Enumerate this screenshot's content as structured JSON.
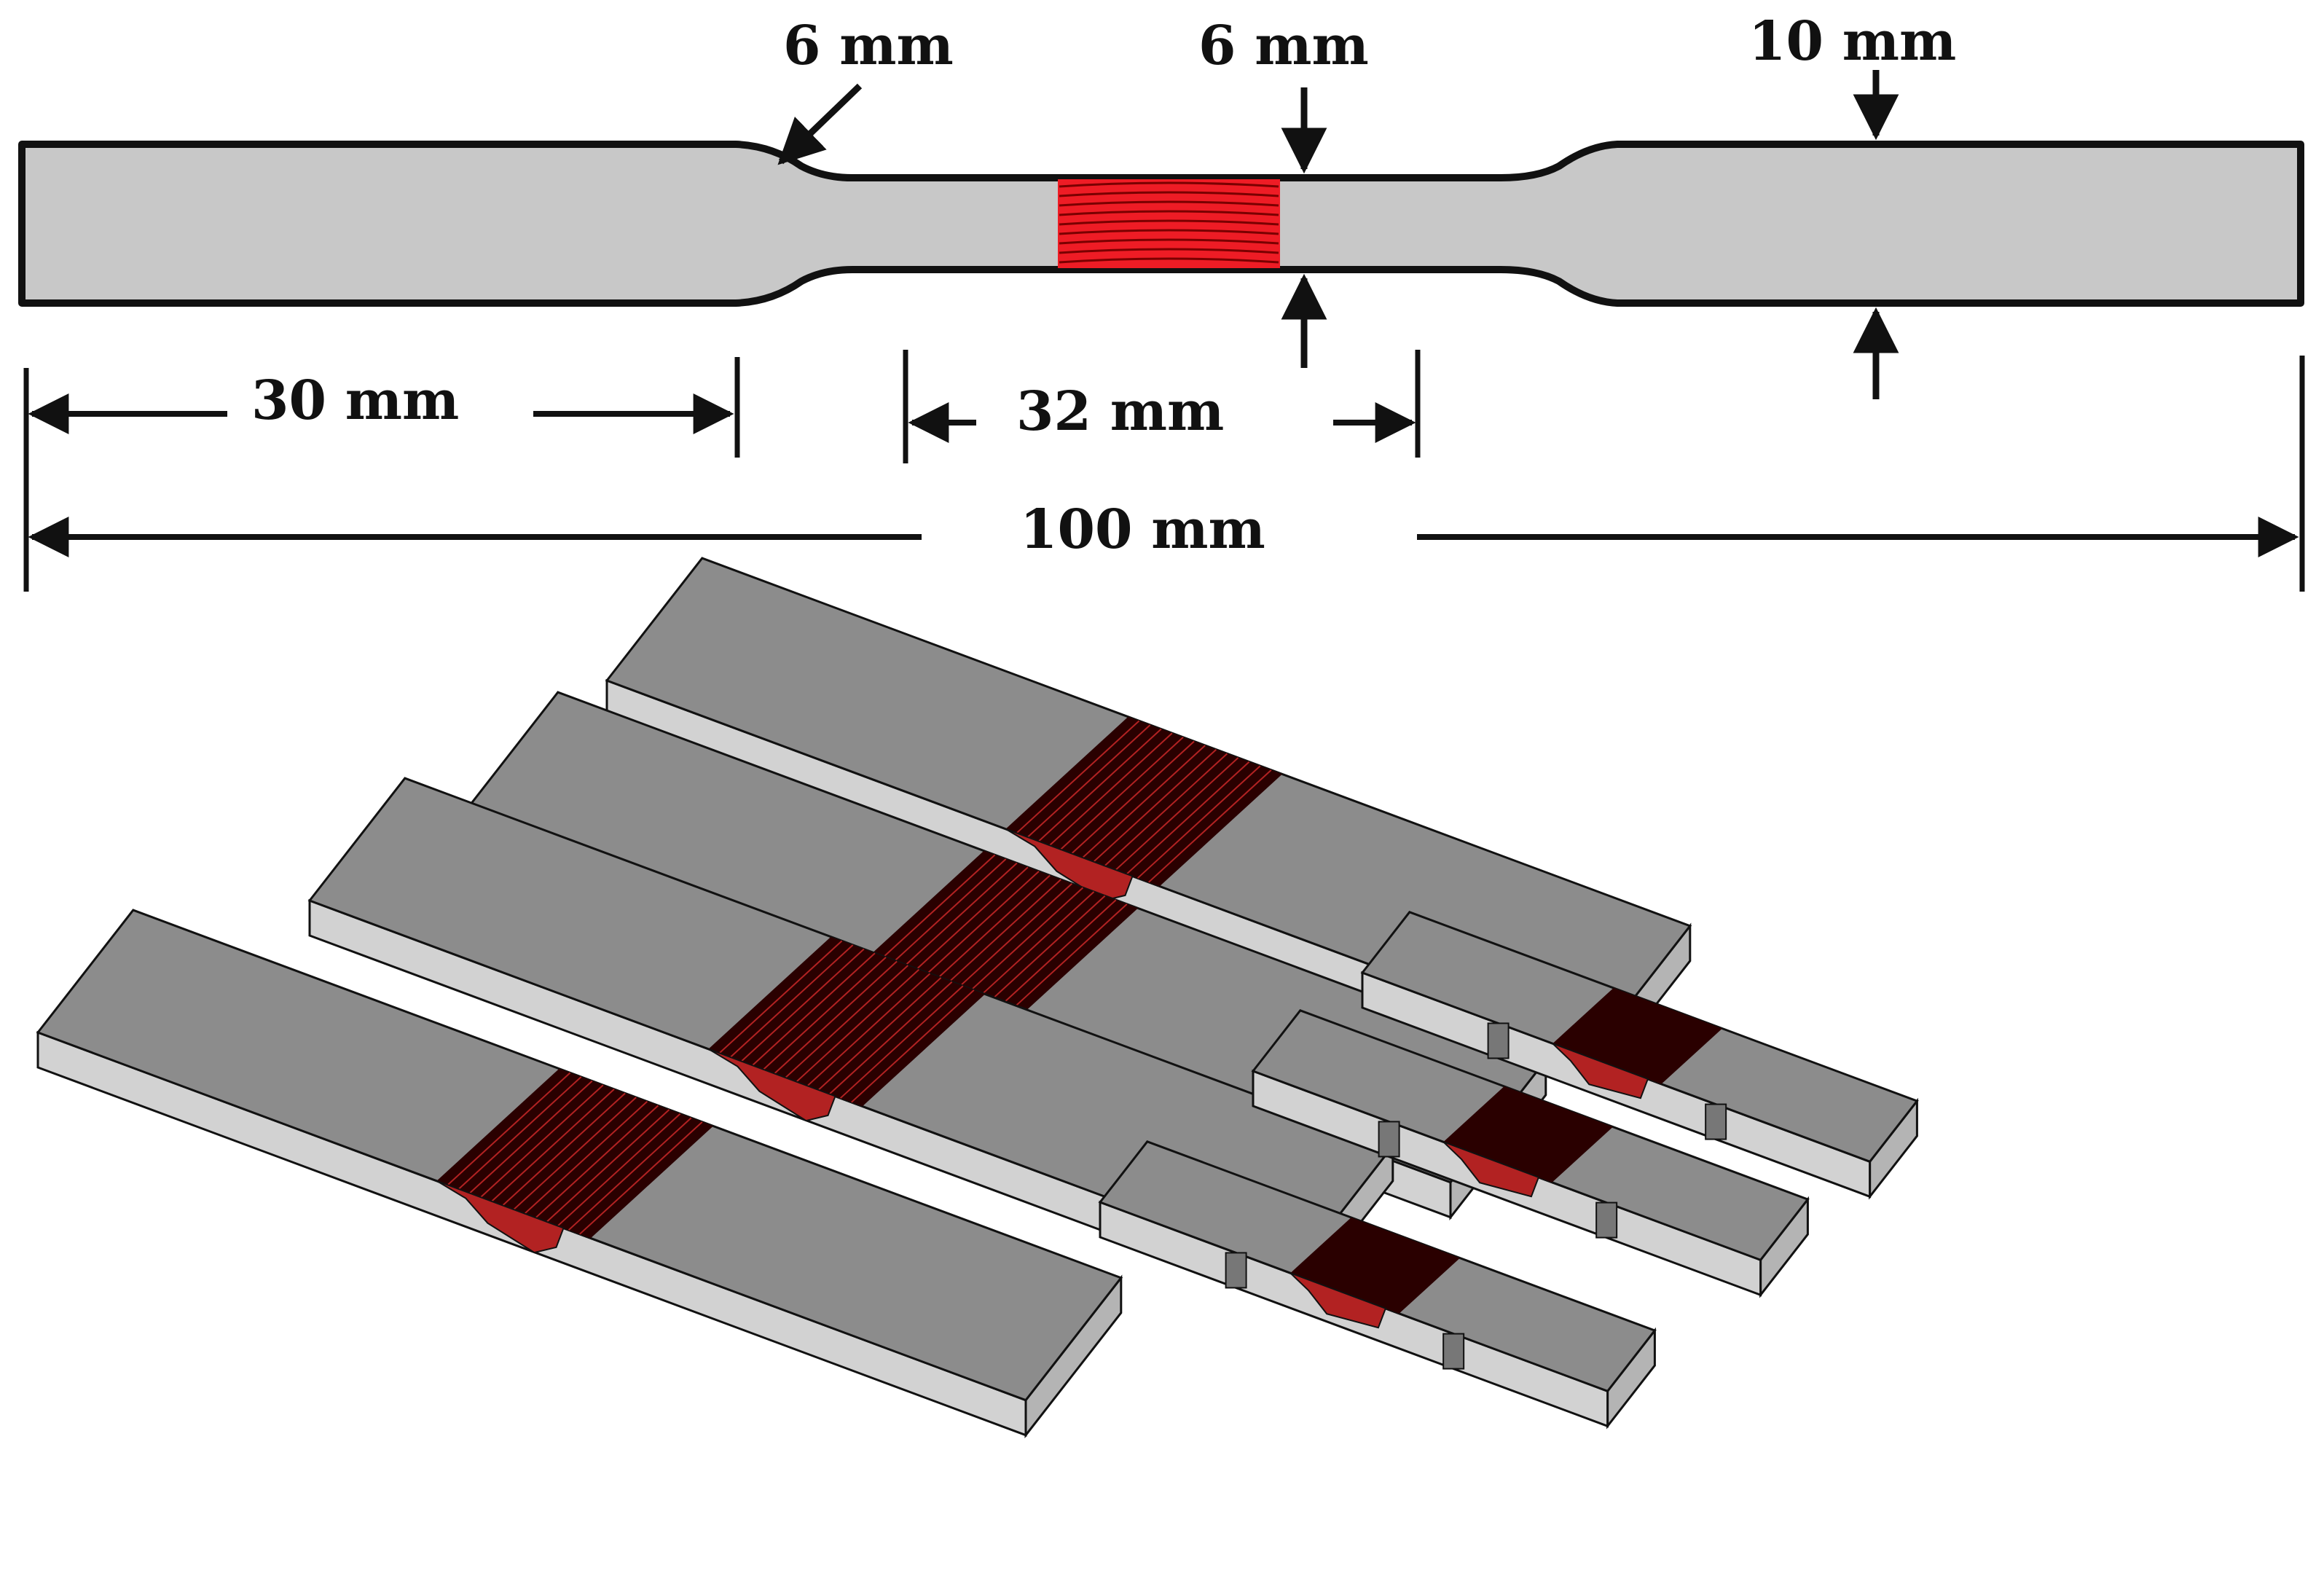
{
  "colors": {
    "background": "#ffffff",
    "specimen_fill": "#c8c8c8",
    "specimen_outline": "#111111",
    "weld_zone": "#ee1c25",
    "weld_lines": "#7a0000",
    "plate_top": "#8c8c8c",
    "plate_side": "#d2d2d2",
    "plate_end": "#b4b4b4",
    "weld_3d": "#b22222",
    "weld_3d_dark": "#2a0000"
  },
  "dimensions": {
    "fillet_radius": "6 mm",
    "gauge_width": "6 mm",
    "grip_width": "10 mm",
    "grip_length": "30 mm",
    "gauge_length": "32 mm",
    "total_length": "100 mm"
  }
}
